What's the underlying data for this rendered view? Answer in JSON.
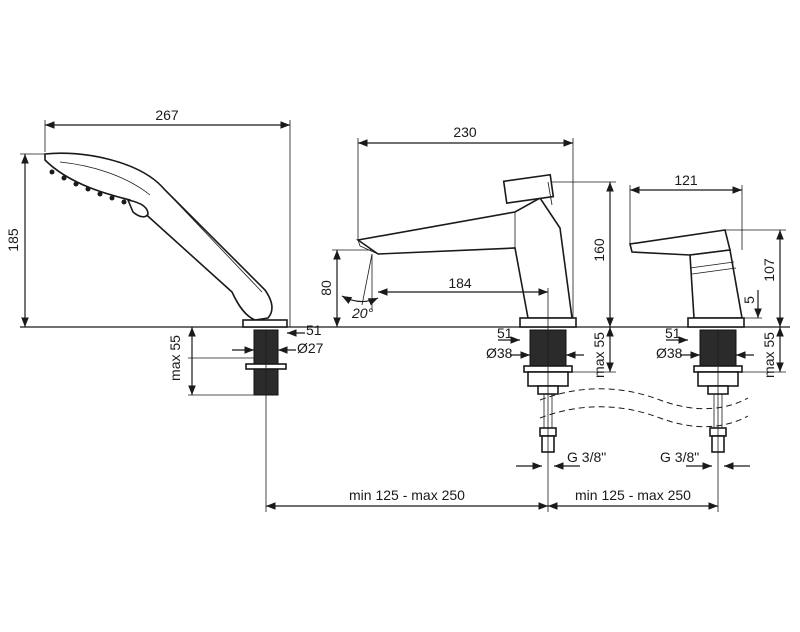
{
  "drawing": {
    "handshower": {
      "width": "267",
      "height": "185",
      "max_depth": "max 55",
      "flange": "51",
      "diameter": "Ø27"
    },
    "spout": {
      "length": "230",
      "reach": "184",
      "height": "160",
      "outlet_height": "80",
      "angle": "20°",
      "flange": "51",
      "diameter": "Ø38",
      "max_depth": "max 55",
      "connection": "G 3/8\""
    },
    "mixer": {
      "length": "121",
      "height": "107",
      "clearance": "5",
      "flange": "51",
      "diameter": "Ø38",
      "max_depth": "max 55",
      "connection": "G 3/8\""
    },
    "spacing": {
      "left": "min 125 - max 250",
      "right": "min 125 - max 250"
    }
  }
}
